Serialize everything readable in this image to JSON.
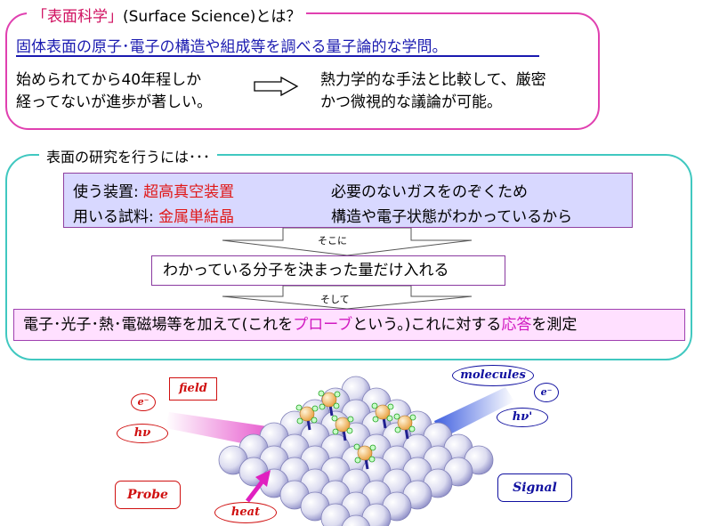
{
  "box1": {
    "title_part1": "「表面科学」",
    "title_paren": "(Surface Science)",
    "title_part2": "とは？",
    "definition": "固体表面の原子･電子の構造や組成等を調べる量子論的な学問。",
    "left_line1": "始められてから40年程しか",
    "left_line2": "経ってないが進歩が著しい。",
    "right_line1": "熱力学的な手法と比較して、厳密",
    "right_line2": "かつ微視的な議論が可能。"
  },
  "box2": {
    "title": "表面の研究を行うには･･･",
    "equipment_label": "使う装置:",
    "equipment_value": "超高真空装置",
    "equipment_reason": "必要のないガスをのぞくため",
    "sample_label": "用いる試料:",
    "sample_value": "金属単結晶",
    "sample_reason": "構造や電子状態がわかっているから",
    "connector1": "そこに",
    "molecule_step": "わかっている分子を決まった量だけ入れる",
    "connector2": "そして",
    "probe_part1": "電子･光子･熱･電磁場等を加えて(これを",
    "probe_word": "プローブ",
    "probe_part2": "という。)これに対する",
    "response_word": "応答",
    "probe_part3": "を測定"
  },
  "illustration": {
    "label_e_left": "e⁻",
    "label_field": "field",
    "label_hv_left": "hν",
    "label_probe": "Probe",
    "label_heat": "heat",
    "label_molecules": "molecules",
    "label_e_right": "e⁻",
    "label_hv_right": "hν'",
    "label_signal": "Signal"
  },
  "colors": {
    "box1_border": "#e040b0",
    "box2_border": "#40c8c0",
    "definition_text": "#1a1ab0",
    "highlight_red": "#e01818",
    "highlight_magenta": "#d01ac0",
    "purple_fill": "#d8d8ff",
    "pink_fill": "#ffe0ff"
  }
}
